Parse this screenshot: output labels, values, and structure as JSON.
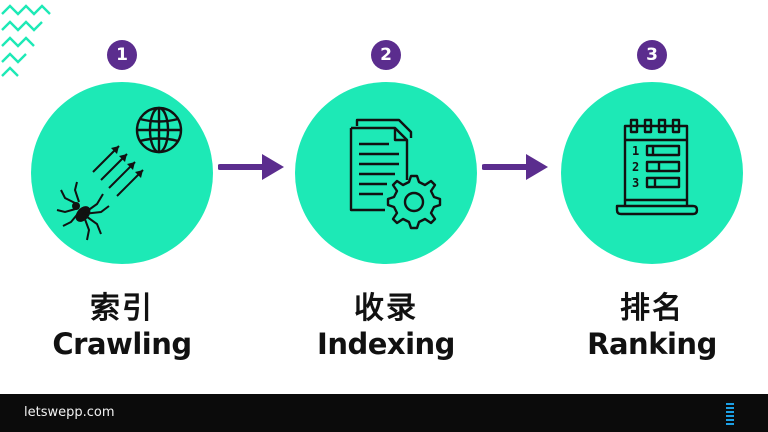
{
  "steps": [
    {
      "number": "1",
      "title_zh": "索引",
      "title_en": "Crawling",
      "icon": "spider-crawling-globe-icon"
    },
    {
      "number": "2",
      "title_zh": "收录",
      "title_en": "Indexing",
      "icon": "document-gear-icon"
    },
    {
      "number": "3",
      "title_zh": "排名",
      "title_en": "Ranking",
      "icon": "ranking-list-icon"
    }
  ],
  "footer": {
    "website": "letswepp.com"
  },
  "colors": {
    "circle": "#1de9b6",
    "badge": "#5b2d8e",
    "arrow": "#5b2d8e",
    "text": "#111111",
    "footer_bg": "#0b0b0b",
    "accent_lines": "#1de9b6"
  }
}
